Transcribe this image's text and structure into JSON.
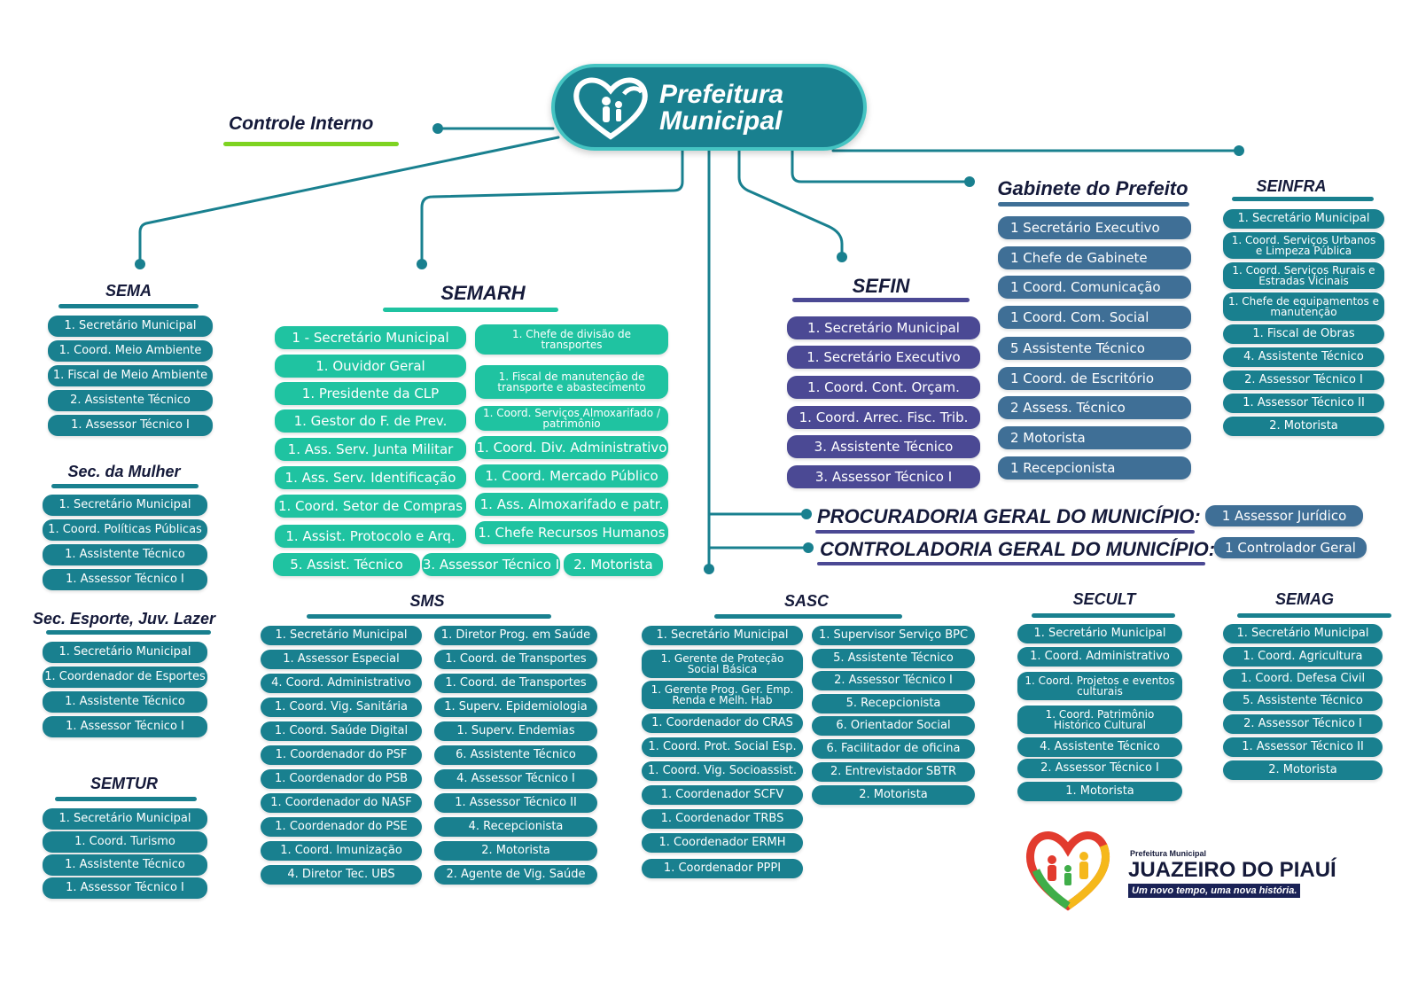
{
  "header": {
    "title": "Prefeitura\nMunicipal",
    "controle_interno": "Controle Interno"
  },
  "colors": {
    "teal": "#19808f",
    "mint": "#1fc3a1",
    "purple": "#4b4994",
    "slate": "#3f6f96",
    "green": "#7ed321"
  },
  "units": [
    {
      "key": "sema",
      "title": "SEMA",
      "color": "teal",
      "items": [
        "1. Secretário Municipal",
        "1. Coord. Meio Ambiente",
        "1. Fiscal de Meio Ambiente",
        "2. Assistente Técnico",
        "1. Assessor Técnico I"
      ]
    },
    {
      "key": "mulher",
      "title": "Sec. da Mulher",
      "color": "teal",
      "items": [
        "1. Secretário Municipal",
        "1. Coord. Políticas Públicas",
        "1. Assistente Técnico",
        "1. Assessor Técnico I"
      ]
    },
    {
      "key": "esporte",
      "title": "Sec. Esporte, Juv. Lazer",
      "color": "teal",
      "items": [
        "1. Secretário Municipal",
        "1. Coordenador de Esportes",
        "1. Assistente Técnico",
        "1. Assessor Técnico I"
      ]
    },
    {
      "key": "semtur",
      "title": "SEMTUR",
      "color": "teal",
      "items": [
        "1. Secretário Municipal",
        "1. Coord. Turismo",
        "1. Assistente Técnico",
        "1. Assessor Técnico I"
      ]
    },
    {
      "key": "semarh",
      "title": "SEMARH",
      "color": "mint",
      "items": [
        "1 - Secretário Municipal",
        "1. Ouvidor Geral",
        "1. Presidente da CLP",
        "1. Gestor do F. de Prev.",
        "1. Ass. Serv. Junta Militar",
        "1. Ass. Serv. Identificação",
        "1. Coord. Setor de Compras",
        "1. Assist. Protocolo e Arq.",
        "1. Chefe de divisão de transportes",
        "1. Fiscal de manutenção de transporte e abastecimento",
        "1. Coord. Serviços Almoxarifado / patrimônio",
        "1. Coord. Div. Administrativo",
        "1. Coord. Mercado Público",
        "1. Ass. Almoxarifado e patr.",
        "1. Chefe Recursos Humanos",
        "5. Assist. Técnico",
        "3. Assessor Técnico I",
        "2. Motorista"
      ]
    },
    {
      "key": "sefin",
      "title": "SEFIN",
      "color": "purple",
      "items": [
        "1. Secretário Municipal",
        "1. Secretário Executivo",
        "1. Coord. Cont. Orçam.",
        "1. Coord. Arrec. Fisc. Trib.",
        "3. Assistente Técnico",
        "3. Assessor Técnico I"
      ]
    },
    {
      "key": "gabinete",
      "title": "Gabinete do Prefeito",
      "color": "slate",
      "items": [
        "1 Secretário Executivo",
        "1 Chefe de Gabinete",
        "1 Coord. Comunicação",
        "1 Coord. Com. Social",
        "5 Assistente Técnico",
        "1 Coord.  de Escritório",
        "2 Assess. Técnico",
        "2 Motorista",
        "1 Recepcionista"
      ]
    },
    {
      "key": "seinfra",
      "title": "SEINFRA",
      "color": "teal",
      "items": [
        "1. Secretário Municipal",
        "1. Coord. Serviços Urbanos e Limpeza Pública",
        "1. Coord. Serviços Rurais e Estradas Vicinais",
        "1. Chefe de equipamentos e manutenção",
        "1. Fiscal de Obras",
        "4. Assistente Técnico",
        "2. Assessor Técnico I",
        "1. Assessor Técnico II",
        "2. Motorista"
      ]
    },
    {
      "key": "sms",
      "title": "SMS",
      "color": "teal",
      "items": [
        "1. Secretário Municipal",
        "1. Assessor Especial",
        "4. Coord. Administrativo",
        "1. Coord. Vig. Sanitária",
        "1. Coord. Saúde Digital",
        "1. Coordenador do PSF",
        "1. Coordenador do PSB",
        "1. Coordenador do NASF",
        "1. Coordenador do PSE",
        "1. Coord. Imunização",
        "4. Diretor Tec. UBS",
        "1. Diretor Prog. em Saúde",
        "1. Coord. de Transportes",
        "1. Coord. de Transportes",
        "1. Superv. Epidemiologia",
        "1. Superv. Endemias",
        "6. Assistente Técnico",
        "4. Assessor Técnico I",
        "1. Assessor Técnico II",
        "4. Recepcionista",
        "2. Motorista",
        "2. Agente de Vig. Saúde"
      ]
    },
    {
      "key": "sasc",
      "title": "SASC",
      "color": "teal",
      "items": [
        "1. Secretário Municipal",
        "1. Gerente de Proteção Social Básica",
        "1. Gerente Prog. Ger. Emp. Renda e Melh. Hab",
        "1. Coordenador do CRAS",
        "1. Coord. Prot. Social Esp.",
        "1. Coord. Vig. Socioassist.",
        "1. Coordenador SCFV",
        "1. Coordenador TRBS",
        "1. Coordenador ERMH",
        "1. Coordenador PPPI",
        "1. Supervisor Serviço BPC",
        "5. Assistente Técnico",
        "2. Assessor Técnico I",
        "5. Recepcionista",
        "6. Orientador Social",
        "6. Facilitador de oficina",
        "2. Entrevistador SBTR",
        "2. Motorista"
      ]
    },
    {
      "key": "secult",
      "title": "SECULT",
      "color": "teal",
      "items": [
        "1. Secretário Municipal",
        "1. Coord. Administrativo",
        "1. Coord. Projetos e eventos culturais",
        "1. Coord. Patrimônio Histórico Cultural",
        "4. Assistente Técnico",
        "2. Assessor Técnico I",
        "1. Motorista"
      ]
    },
    {
      "key": "semag",
      "title": "SEMAG",
      "color": "teal",
      "items": [
        "1. Secretário Municipal",
        "1. Coord. Agricultura",
        "1. Coord. Defesa Civil",
        "5. Assistente Técnico",
        "2. Assessor Técnico I",
        "1. Assessor Técnico II",
        "2. Motorista"
      ]
    }
  ],
  "procuradoria": {
    "label": "PROCURADORIA GERAL DO MUNICÍPIO:",
    "item": "1 Assessor Jurídico"
  },
  "controladoria": {
    "label": "CONTROLADORIA GERAL DO MUNICÍPIO:",
    "item": "1 Controlador Geral"
  },
  "footer": {
    "small": "Prefeitura Municipal",
    "big": "JUAZEIRO DO PIAUÍ",
    "tagline": "Um novo tempo, uma nova história."
  }
}
